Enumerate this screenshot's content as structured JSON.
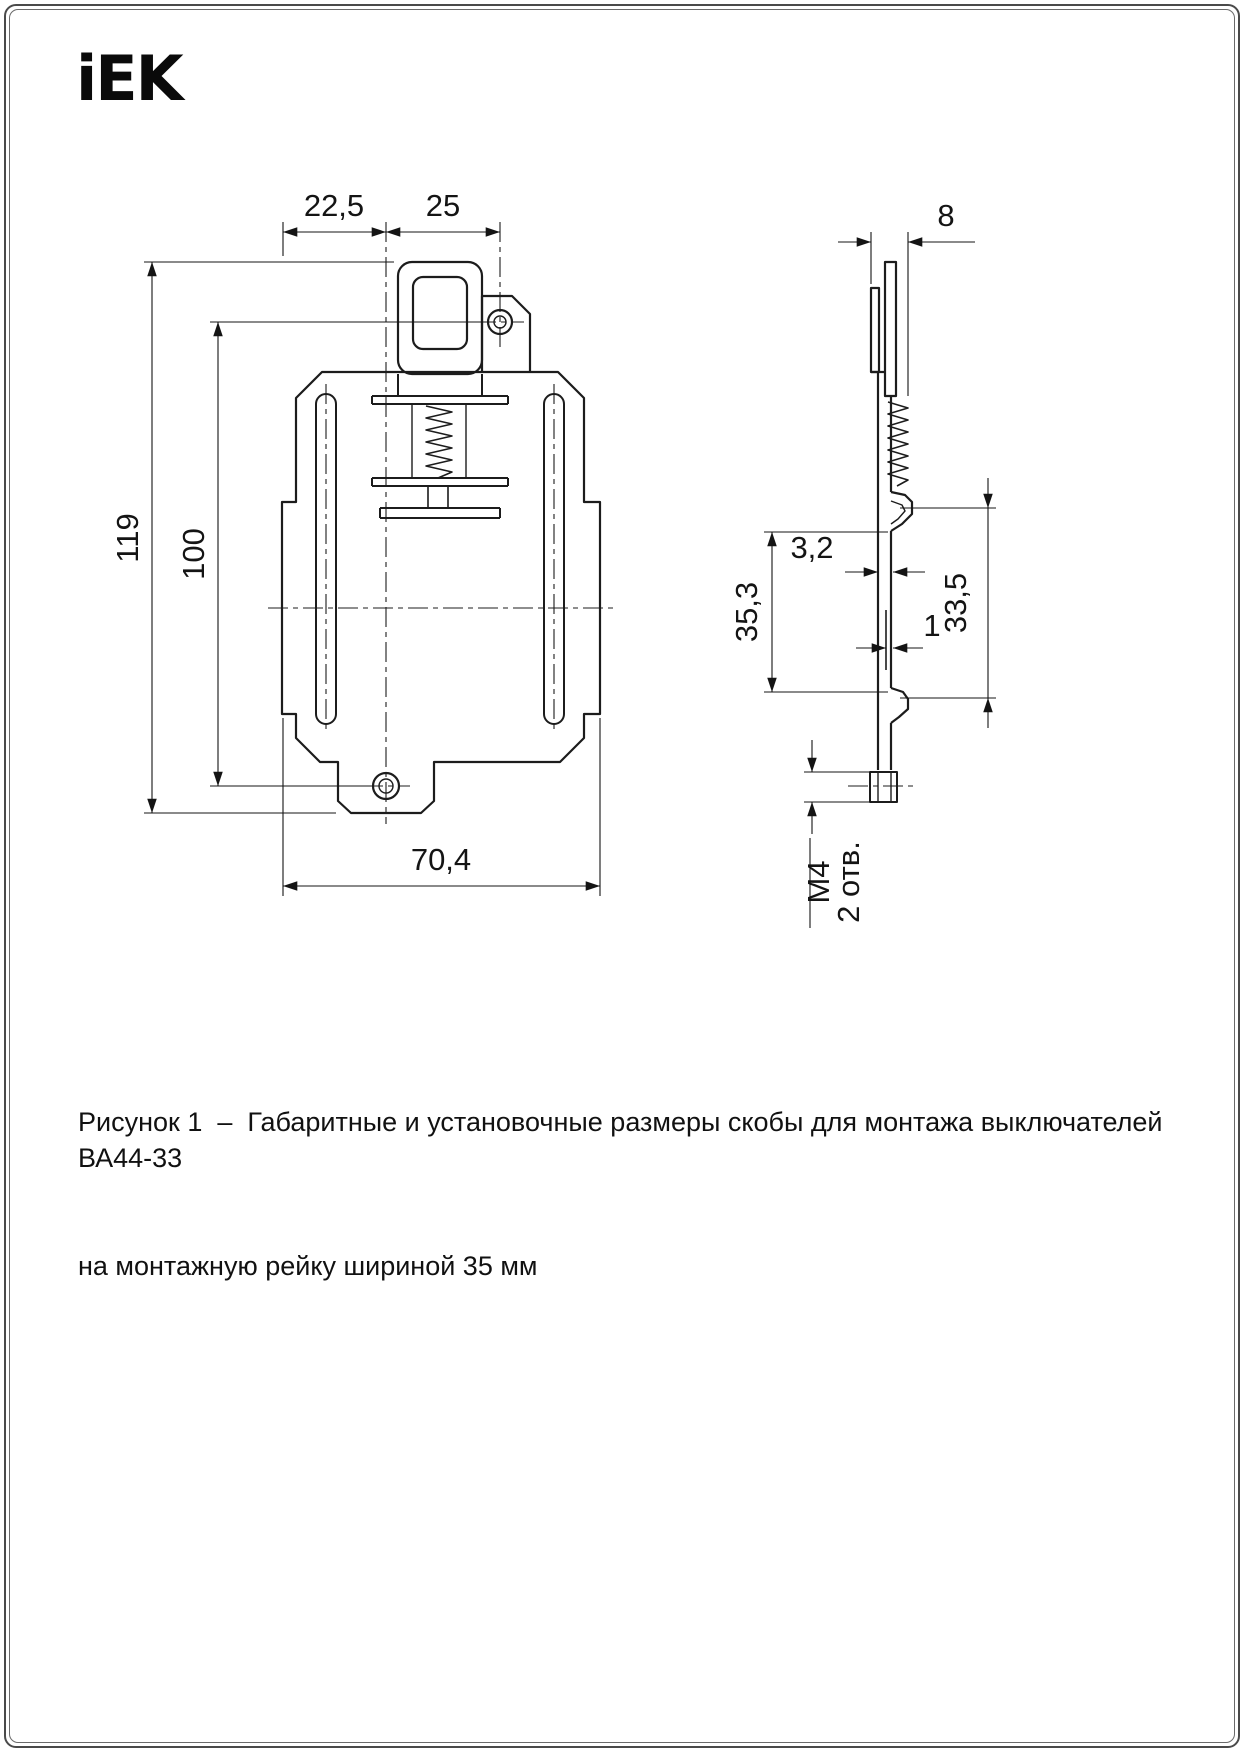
{
  "logo": {
    "text": "iEK"
  },
  "figure": {
    "front": {
      "offset_left": "22,5",
      "hole_offset": "25",
      "overall_height": "119",
      "hole_spacing": "100",
      "overall_width": "70,4"
    },
    "side": {
      "thickness": "8",
      "slot_depth": "3,2",
      "lip": "1",
      "clip_span": "35,3",
      "rail_height": "33,5",
      "thread": "М4",
      "holes_count": "2 отв."
    }
  },
  "caption": {
    "line1": "Рисунок 1  –  Габаритные и установочные размеры скобы для монтажа выключателей ВА44-33",
    "line2": "на монтажную рейку шириной 35 мм"
  }
}
